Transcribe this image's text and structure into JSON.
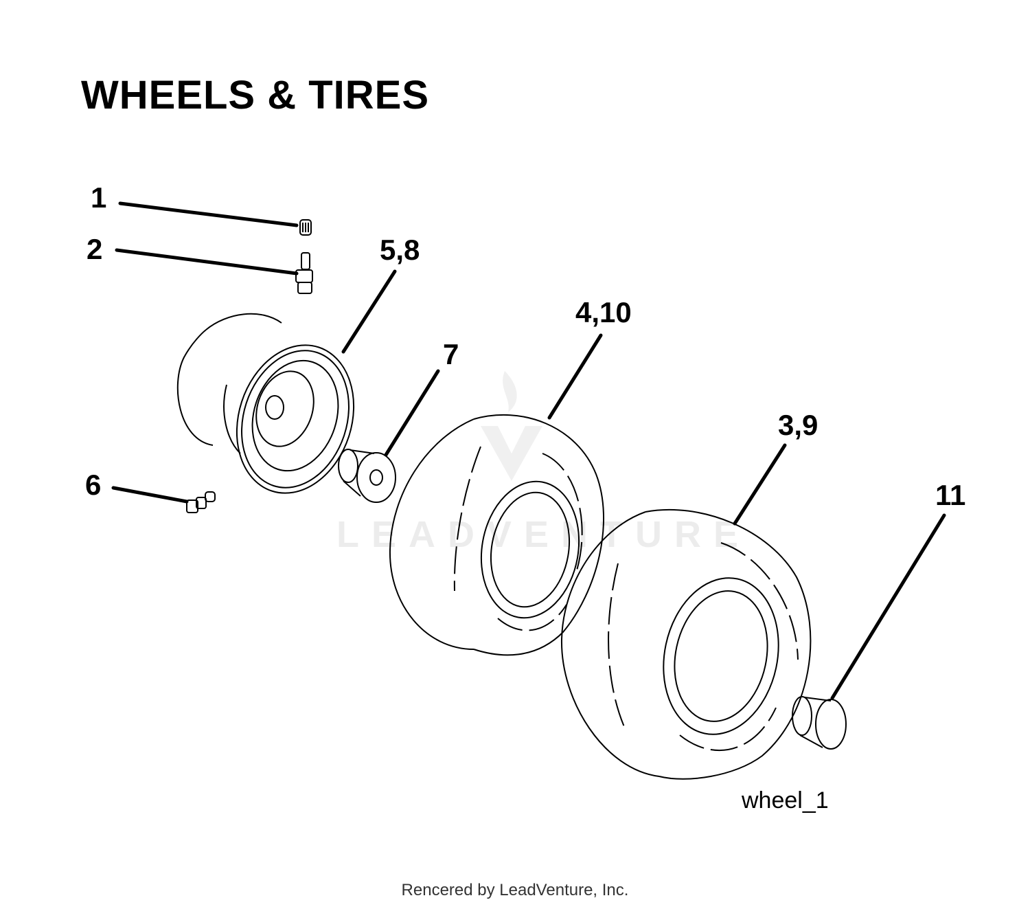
{
  "title": "WHEELS & TIRES",
  "callouts": {
    "c1": "1",
    "c2": "2",
    "c58": "5,8",
    "c6": "6",
    "c7": "7",
    "c410": "4,10",
    "c39": "3,9",
    "c11": "11"
  },
  "figure_code": "wheel_1",
  "watermark": "LEADVENTURE",
  "footer": "Rencered by LeadVenture, Inc."
}
